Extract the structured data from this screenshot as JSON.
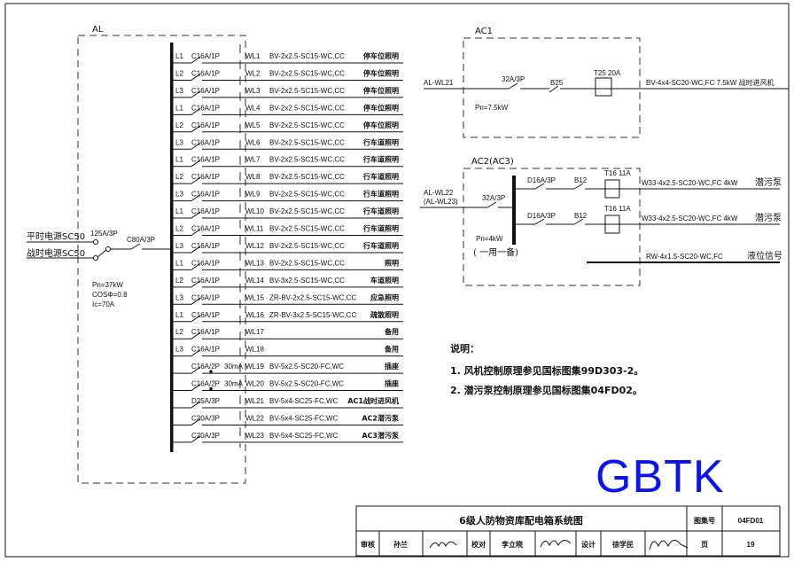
{
  "al": {
    "title": "AL",
    "inputs": [
      "平时电源SC50",
      "战时电源SC50"
    ],
    "main_switch": "125A/3P",
    "main_breaker": "C80A/3P",
    "params": [
      "Pn=37kW",
      "COSΦ=0.8",
      "Ic=70A"
    ]
  },
  "circuits": [
    {
      "phase": "L1",
      "breaker": "C16A/1P",
      "rcd": "",
      "id": "WL1",
      "cable": "BV-2x2.5-SC15-WC,CC",
      "load": "停车位照明"
    },
    {
      "phase": "L2",
      "breaker": "C16A/1P",
      "rcd": "",
      "id": "WL2",
      "cable": "BV-2x2.5-SC15-WC,CC",
      "load": "停车位照明"
    },
    {
      "phase": "L3",
      "breaker": "C16A/1P",
      "rcd": "",
      "id": "WL3",
      "cable": "BV-2x2.5-SC15-WC,CC",
      "load": "停车位照明"
    },
    {
      "phase": "L1",
      "breaker": "C16A/1P",
      "rcd": "",
      "id": "WL4",
      "cable": "BV-2x2.5-SC15-WC,CC",
      "load": "停车位照明"
    },
    {
      "phase": "L2",
      "breaker": "C16A/1P",
      "rcd": "",
      "id": "WL5",
      "cable": "BV-2x2.5-SC15-WC,CC",
      "load": "停车位照明"
    },
    {
      "phase": "L3",
      "breaker": "C16A/1P",
      "rcd": "",
      "id": "WL6",
      "cable": "BV-2x2.5-SC15-WC,CC",
      "load": "行车道照明"
    },
    {
      "phase": "L1",
      "breaker": "C16A/1P",
      "rcd": "",
      "id": "WL7",
      "cable": "BV-2x2.5-SC15-WC,CC",
      "load": "行车道照明"
    },
    {
      "phase": "L2",
      "breaker": "C16A/1P",
      "rcd": "",
      "id": "WL8",
      "cable": "BV-2x2.5-SC15-WC,CC",
      "load": "行车道照明"
    },
    {
      "phase": "L3",
      "breaker": "C16A/1P",
      "rcd": "",
      "id": "WL9",
      "cable": "BV-2x2.5-SC15-WC,CC",
      "load": "行车道照明"
    },
    {
      "phase": "L1",
      "breaker": "C16A/1P",
      "rcd": "",
      "id": "WL10",
      "cable": "BV-2x2.5-SC15-WC,CC",
      "load": "行车道照明"
    },
    {
      "phase": "L2",
      "breaker": "C16A/1P",
      "rcd": "",
      "id": "WL11",
      "cable": "BV-2x2.5-SC15-WC,CC",
      "load": "行车道照明"
    },
    {
      "phase": "L3",
      "breaker": "C16A/1P",
      "rcd": "",
      "id": "WL12",
      "cable": "BV-2x2.5-SC15-WC,CC",
      "load": "行车道照明"
    },
    {
      "phase": "L1",
      "breaker": "C16A/1P",
      "rcd": "",
      "id": "WL13",
      "cable": "BV-2x2.5-SC15-WC,CC",
      "load": "照明"
    },
    {
      "phase": "L2",
      "breaker": "C16A/1P",
      "rcd": "",
      "id": "WL14",
      "cable": "BV-3x2.5-SC15-WC,CC",
      "load": "车道照明"
    },
    {
      "phase": "L3",
      "breaker": "C16A/1P",
      "rcd": "",
      "id": "WL15",
      "cable": "ZR-BV-2x2.5-SC15-WC,CC",
      "load": "应急照明"
    },
    {
      "phase": "L1",
      "breaker": "C16A/1P",
      "rcd": "",
      "id": "WL16",
      "cable": "ZR-BV-3x2.5-SC15-WC,CC",
      "load": "疏散照明"
    },
    {
      "phase": "L2",
      "breaker": "C16A/1P",
      "rcd": "",
      "id": "WL17",
      "cable": "",
      "load": "备用"
    },
    {
      "phase": "L3",
      "breaker": "C16A/1P",
      "rcd": "",
      "id": "WL18",
      "cable": "",
      "load": "备用"
    },
    {
      "phase": "",
      "breaker": "C16A/2P",
      "rcd": "30mA",
      "id": "WL19",
      "cable": "BV-5x2.5-SC20-FC,WC",
      "load": "插座"
    },
    {
      "phase": "",
      "breaker": "C16A/2P",
      "rcd": "30mA",
      "id": "WL20",
      "cable": "BV-5x2.5-SC20-FC,WC",
      "load": "插座"
    },
    {
      "phase": "",
      "breaker": "D25A/3P",
      "rcd": "",
      "id": "WL21",
      "cable": "BV-5x4-SC25-FC,WC",
      "load": "AC1战时进风机"
    },
    {
      "phase": "",
      "breaker": "C20A/3P",
      "rcd": "",
      "id": "WL22",
      "cable": "BV-5x4-SC25-FC,WC",
      "load": "AC2潜污泵"
    },
    {
      "phase": "",
      "breaker": "C20A/3P",
      "rcd": "",
      "id": "WL23",
      "cable": "BV-5x4-SC25-FC,WC",
      "load": "AC3潜污泵"
    }
  ],
  "ac1": {
    "title": "AC1",
    "feed": "AL-WL21",
    "switch": "32A/3P",
    "contactor": "B25",
    "relay": "T25  20A",
    "power": "Pn=7.5kW",
    "out": "BV-4x4-SC20-WC,FC 7.5kW 战时进风机"
  },
  "ac2": {
    "title": "AC2(AC3)",
    "feed": [
      "AL-WL22",
      "(AL-WL23)"
    ],
    "switch": "32A/3P",
    "power": "Pn=4kW",
    "note": "( 一用一备)",
    "branches": [
      {
        "breaker": "D16A/3P",
        "contactor": "B12",
        "relay": "T16  11A",
        "out": "W33-4x2.5-SC20-WC,FC  4kW",
        "load": "潜污泵"
      },
      {
        "breaker": "D16A/3P",
        "contactor": "B12",
        "relay": "T16  11A",
        "out": "W33-4x2.5-SC20-WC,FC  4kW",
        "load": "潜污泵"
      }
    ],
    "signal": {
      "cable": "RW-4x1.5-SC20-WC,FC",
      "load": "液位信号"
    }
  },
  "notes": {
    "title": "说明：",
    "items": [
      "1. 风机控制原理参见国标图集99D303-2。",
      "2. 潜污泵控制原理参见国标图集04FD02。"
    ]
  },
  "watermark": "GBTK",
  "titleblock": {
    "title": "6级人防物资库配电箱系统图",
    "atlas_label": "图集号",
    "atlas_no": "04FD01",
    "review_label": "审核",
    "reviewer": "孙兰",
    "check_label": "校对",
    "checker": "李立晓",
    "design_label": "设计",
    "designer": "徐学民",
    "page_label": "页",
    "page_no": "19"
  },
  "colors": {
    "watermark": "#0a14f0",
    "line": "#111111"
  }
}
